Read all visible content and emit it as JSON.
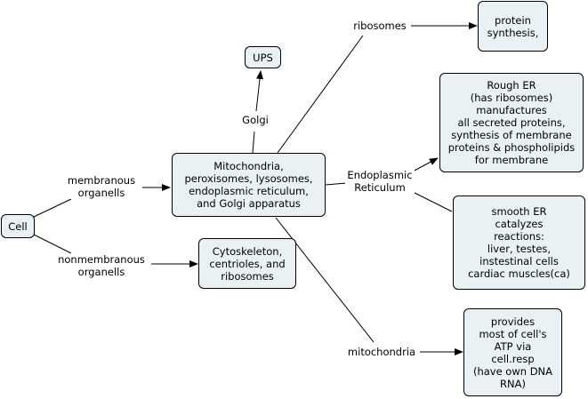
{
  "diagram": {
    "type": "concept-map",
    "nodes": {
      "cell": "Cell",
      "membranous": "Mitochondria,\nperoxisomes, lysosomes,\nendoplasmic reticulum,\nand Golgi apparatus",
      "nonmembranous": "Cytoskeleton,\ncentrioles, and\nribosomes",
      "ups": "UPS",
      "protein_synthesis": "protein\nsynthesis,",
      "rough_er": "Rough ER\n(has ribosomes)\nmanufactures\nall secreted proteins,\nsynthesis of membrane\nproteins & phospholipids\nfor membrane",
      "smooth_er": "smooth ER\ncatalyzes\nreactions:\nliver, testes,\ninstestinal cells\ncardiac muscles(ca)",
      "atp": "provides\nmost of cell's\nATP via\ncell.resp\n(have own DNA\nRNA)"
    },
    "link_labels": {
      "membranous_organells": "membranous\norganells",
      "nonmembranous_organells": "nonmembranous\norganells",
      "golgi": "Golgi",
      "ribosomes": "ribosomes",
      "endoplasmic_reticulum": "Endoplasmic\nReticulum",
      "mitochondria": "mitochondria"
    },
    "colors": {
      "node_fill": "#e9f1f5",
      "stroke": "#000000"
    }
  }
}
